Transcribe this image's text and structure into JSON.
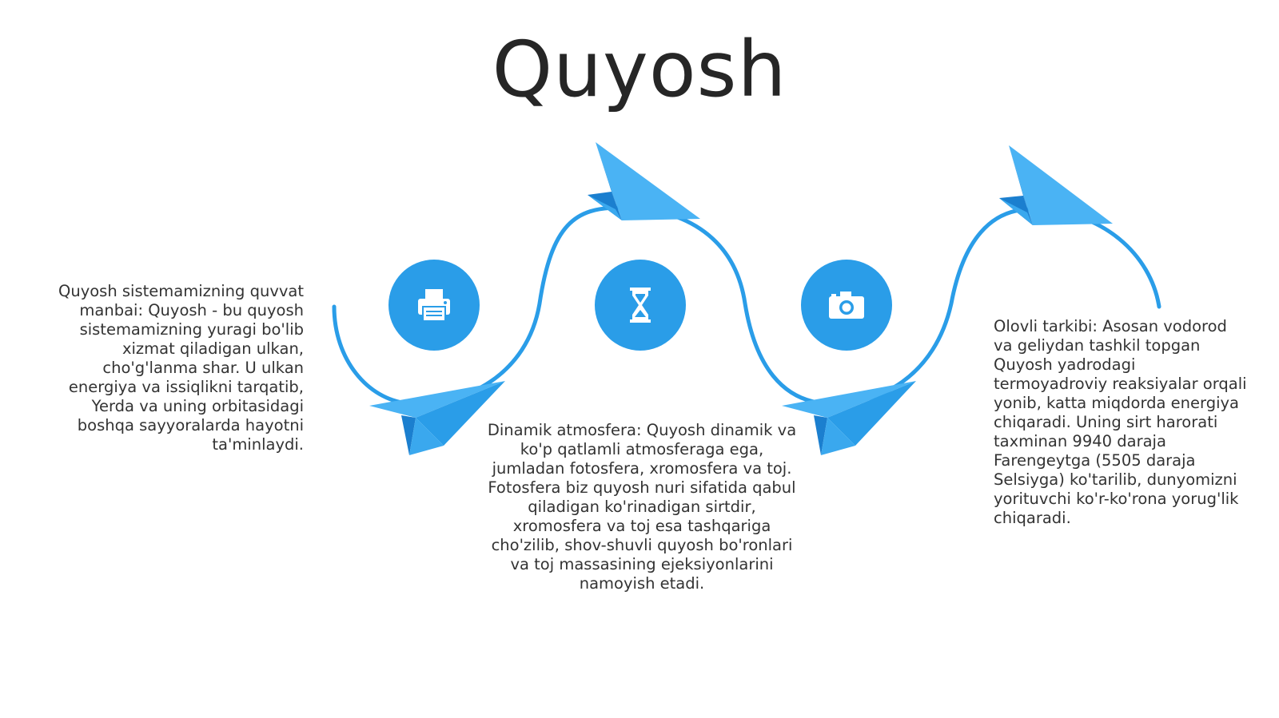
{
  "slide": {
    "title": "Quyosh"
  },
  "theme": {
    "accent": "#2a9de8",
    "plane_light": "#4ab3f4",
    "plane_dark": "#1b7fcf",
    "text": "#333333"
  },
  "steps": [
    {
      "icon": "printer-icon",
      "text": "Quyosh sistemamizning quvvat manbai: Quyosh - bu quyosh sistemamizning yuragi bo'lib xizmat qiladigan ulkan, cho'g'lanma shar. U ulkan energiya va issiqlikni tarqatib, Yerda va uning orbitasidagi boshqa sayyoralarda hayotni ta'minlaydi."
    },
    {
      "icon": "hourglass-icon",
      "text": "Dinamik atmosfera: Quyosh dinamik va ko'p qatlamli atmosferaga ega, jumladan fotosfera, xromosfera va toj. Fotosfera biz quyosh nuri sifatida qabul qiladigan ko'rinadigan sirtdir, xromosfera va toj esa tashqariga cho'zilib, shov-shuvli quyosh bo'ronlari va toj massasining ejeksiyonlarini namoyish etadi."
    },
    {
      "icon": "camera-icon",
      "text": "Olovli tarkibi: Asosan vodorod va geliydan tashkil topgan Quyosh yadrodagi termoyadroviy reaksiyalar orqali yonib, katta miqdorda energiya chiqaradi. Uning sirt harorati taxminan 9940 daraja Farengeytga (5505 daraja Selsiyga) ko'tarilib, dunyomizni yorituvchi ko'r-ko'rona yorug'lik chiqaradi."
    }
  ]
}
